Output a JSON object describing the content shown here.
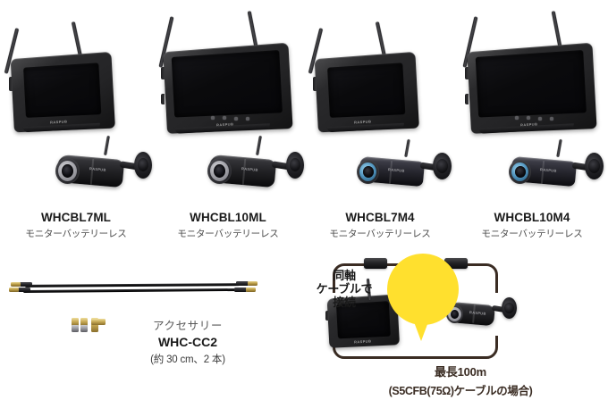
{
  "products": [
    {
      "model": "WHCBL7ML",
      "subtitle": "モニターバッテリーレス",
      "monitor_size": "7",
      "camera_type": "ML",
      "brand_logo": "RASPUB"
    },
    {
      "model": "WHCBL10ML",
      "subtitle": "モニターバッテリーレス",
      "monitor_size": "10",
      "camera_type": "ML",
      "brand_logo": "RASPUB"
    },
    {
      "model": "WHCBL7M4",
      "subtitle": "モニターバッテリーレス",
      "monitor_size": "7",
      "camera_type": "M4",
      "brand_logo": "RASPUB"
    },
    {
      "model": "WHCBL10M4",
      "subtitle": "モニターバッテリーレス",
      "monitor_size": "10",
      "camera_type": "M4",
      "brand_logo": "RASPUB"
    }
  ],
  "accessory": {
    "kicker": "アクセサリー",
    "model": "WHC-CC2",
    "note": "(約 30 cm、2 本)"
  },
  "diagram": {
    "bubble_line1": "同軸",
    "bubble_line2": "ケーブルで",
    "bubble_line3": "接続",
    "caption_main": "最長100m",
    "caption_sub": "(S5CFB(75Ω)ケーブルの場合)",
    "monitor_logo": "RASPUB",
    "camera_logo": "RASPUB"
  },
  "colors": {
    "bubble_yellow": "#ffe02e",
    "caption_brown": "#3a2c23",
    "model_text": "#1a1a1a",
    "subtitle_text": "#4a4a4a",
    "device_black": "#212124"
  }
}
